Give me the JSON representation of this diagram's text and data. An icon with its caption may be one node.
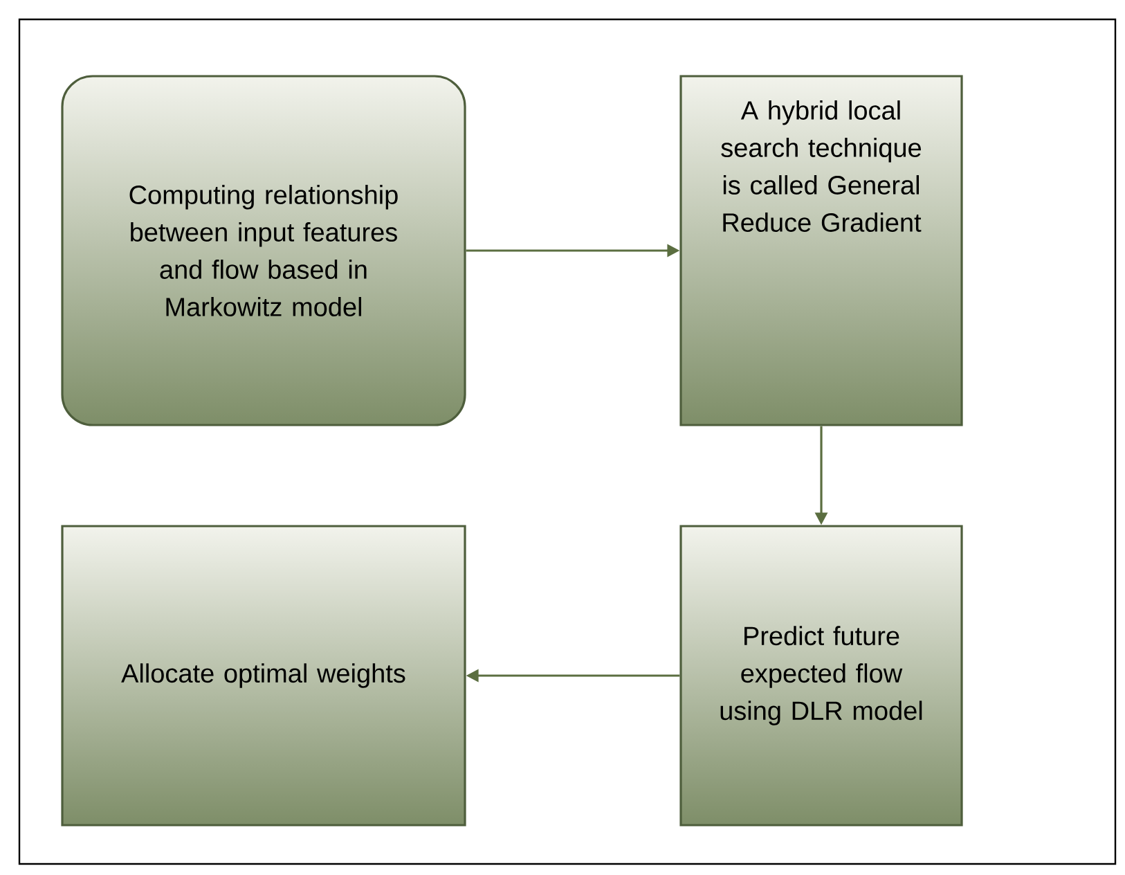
{
  "diagram": {
    "nodes": [
      {
        "text": [
          "Computing relationship between input features and flow based in Markowitz model"
        ]
      },
      {
        "text": [
          "A hybrid local search technique is called General Reduce Gradient"
        ]
      },
      {
        "text": [
          "Predict future expected flow using DLR model"
        ]
      },
      {
        "text": [
          "Allocate optimal weights"
        ]
      }
    ],
    "edges": [
      {
        "from": 0,
        "to": 1,
        "arrow": "to"
      },
      {
        "from": 1,
        "to": 2,
        "arrow": "to"
      },
      {
        "from": 2,
        "to": 3,
        "arrow": "to"
      }
    ]
  }
}
